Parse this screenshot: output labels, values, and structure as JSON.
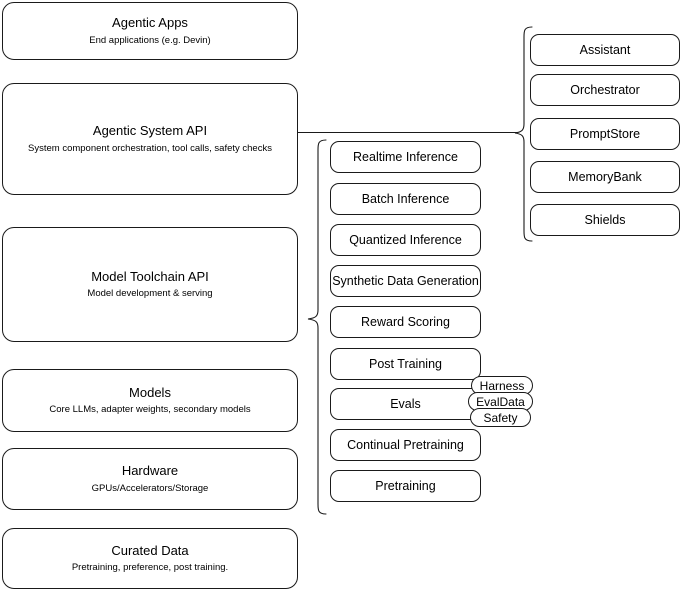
{
  "diagram": {
    "title": "Agentic stack layered architecture",
    "stroke_color": "#1a1a1a",
    "background_color": "#ffffff"
  },
  "stack_layers": [
    {
      "name": "agentic-apps",
      "title": "Agentic Apps",
      "subtitle": "End applications (e.g. Devin)"
    },
    {
      "name": "agentic-system-api",
      "title": "Agentic System API",
      "subtitle": "System component orchestration, tool calls, safety checks"
    },
    {
      "name": "model-toolchain-api",
      "title": "Model Toolchain API",
      "subtitle": "Model development & serving"
    },
    {
      "name": "models",
      "title": "Models",
      "subtitle": "Core LLMs, adapter weights, secondary models"
    },
    {
      "name": "hardware",
      "title": "Hardware",
      "subtitle": "GPUs/Accelerators/Storage"
    },
    {
      "name": "curated-data",
      "title": "Curated Data",
      "subtitle": "Pretraining, preference, post training."
    }
  ],
  "toolchain_components": [
    {
      "name": "realtime-inference",
      "label": "Realtime Inference"
    },
    {
      "name": "batch-inference",
      "label": "Batch Inference"
    },
    {
      "name": "quantized-inference",
      "label": "Quantized Inference"
    },
    {
      "name": "synthetic-data-generation",
      "label": "Synthetic Data Generation"
    },
    {
      "name": "reward-scoring",
      "label": "Reward Scoring"
    },
    {
      "name": "post-training",
      "label": "Post Training"
    },
    {
      "name": "evals",
      "label": "Evals"
    },
    {
      "name": "continual-pretraining",
      "label": "Continual Pretraining"
    },
    {
      "name": "pretraining",
      "label": "Pretraining"
    }
  ],
  "evals_subcomponents": [
    {
      "name": "harness",
      "label": "Harness"
    },
    {
      "name": "evaldata",
      "label": "EvalData"
    },
    {
      "name": "safety",
      "label": "Safety"
    }
  ],
  "system_components": [
    {
      "name": "assistant",
      "label": "Assistant"
    },
    {
      "name": "orchestrator",
      "label": "Orchestrator"
    },
    {
      "name": "promptstore",
      "label": "PromptStore"
    },
    {
      "name": "memorybank",
      "label": "MemoryBank"
    },
    {
      "name": "shields",
      "label": "Shields"
    }
  ]
}
